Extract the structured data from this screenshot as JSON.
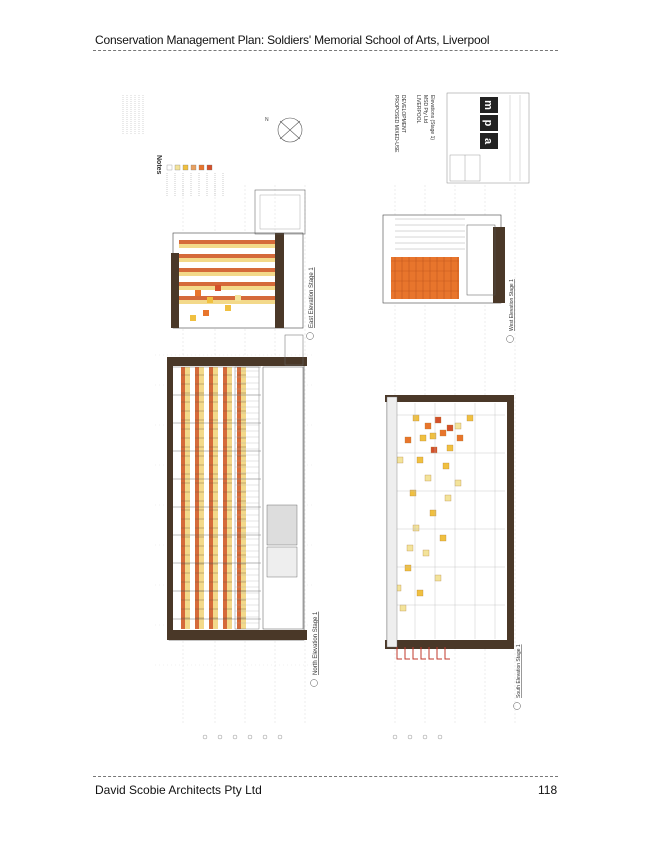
{
  "header": {
    "title": "Conservation Management Plan: Soldiers' Memorial School of Arts, Liverpool"
  },
  "footer": {
    "company": "David Scobie Architects Pty Ltd",
    "page_number": "118"
  },
  "drawing": {
    "notes_title": "Notes",
    "project_lines": [
      "PROPOSED MIXED-USE",
      "DEVELOPMENT",
      "LIVERPOOL",
      "MSD Pty Ltd",
      "Elevations (Stage 1)"
    ],
    "logo_text": "m p a",
    "elevation_labels": [
      "North Elevation Stage 1",
      "East Elevation Stage 1",
      "West Elevation Stage 1",
      "South Elevation Stage 1"
    ],
    "colors": {
      "brick": "#4a3828",
      "orange": "#e8752c",
      "yellow": "#f0c040",
      "red_orange": "#d4502a",
      "cream": "#f3e39a",
      "grid": "#cfcfcf"
    }
  }
}
